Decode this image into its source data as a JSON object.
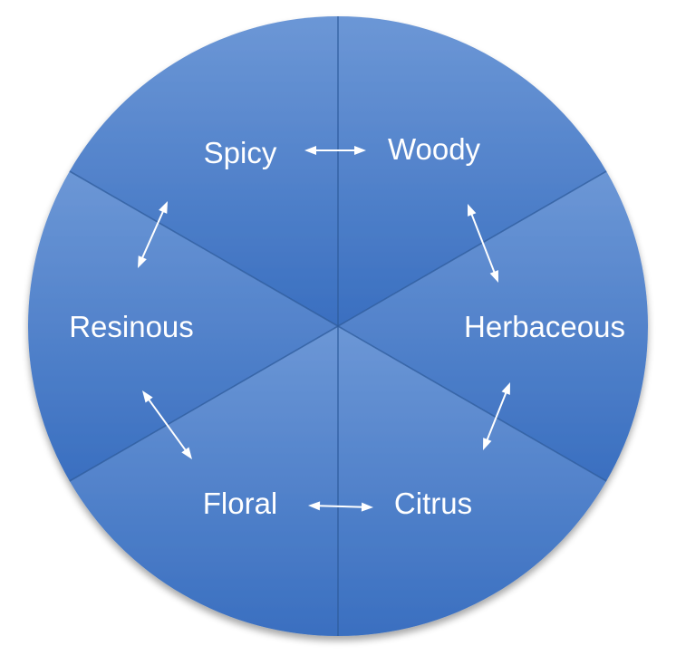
{
  "wheel": {
    "segments": [
      {
        "label": "Spicy"
      },
      {
        "label": "Woody"
      },
      {
        "label": "Herbaceous"
      },
      {
        "label": "Citrus"
      },
      {
        "label": "Floral"
      },
      {
        "label": "Resinous"
      }
    ]
  },
  "colors": {
    "segment_fill_light": "#6c97d6",
    "segment_fill_dark": "#3a6fc0",
    "label": "#ffffff",
    "arrow": "#ffffff"
  }
}
